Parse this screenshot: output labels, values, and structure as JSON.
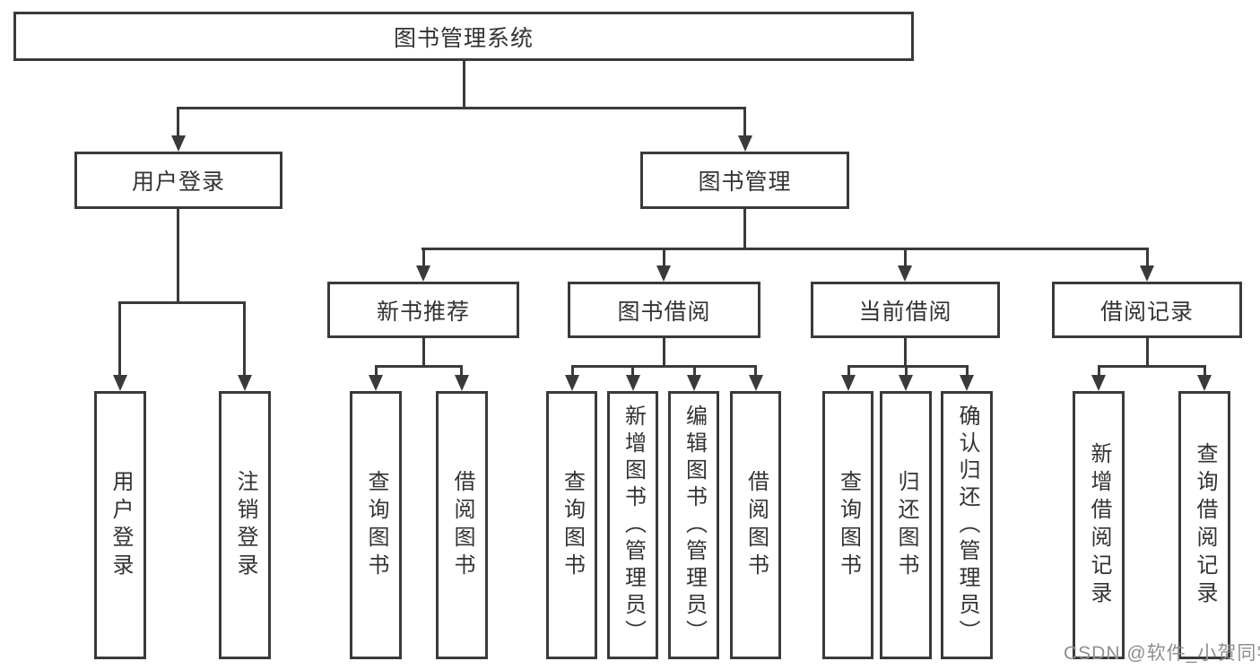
{
  "tree": {
    "root": "图书管理系统",
    "login": {
      "label": "用户登录",
      "children": [
        "用户登录",
        "注销登录"
      ]
    },
    "manage": {
      "label": "图书管理",
      "sections": {
        "recommend": {
          "label": "新书推荐",
          "children": [
            "查询图书",
            "借阅图书"
          ]
        },
        "borrow": {
          "label": "图书借阅",
          "children": [
            "查询图书",
            "新增图书（管理员）",
            "编辑图书（管理员）",
            "借阅图书"
          ]
        },
        "current": {
          "label": "当前借阅",
          "children": [
            "查询图书",
            "归还图书",
            "确认归还（管理员）"
          ]
        },
        "records": {
          "label": "借阅记录",
          "children": [
            "新增借阅记录",
            "查询借阅记录"
          ]
        }
      }
    }
  },
  "watermark": "CSDN @软件_小贺同学",
  "colors": {
    "line": "#3a3a3a",
    "text": "#333333",
    "background": "#ffffff",
    "watermark": "#8f8f8f"
  }
}
